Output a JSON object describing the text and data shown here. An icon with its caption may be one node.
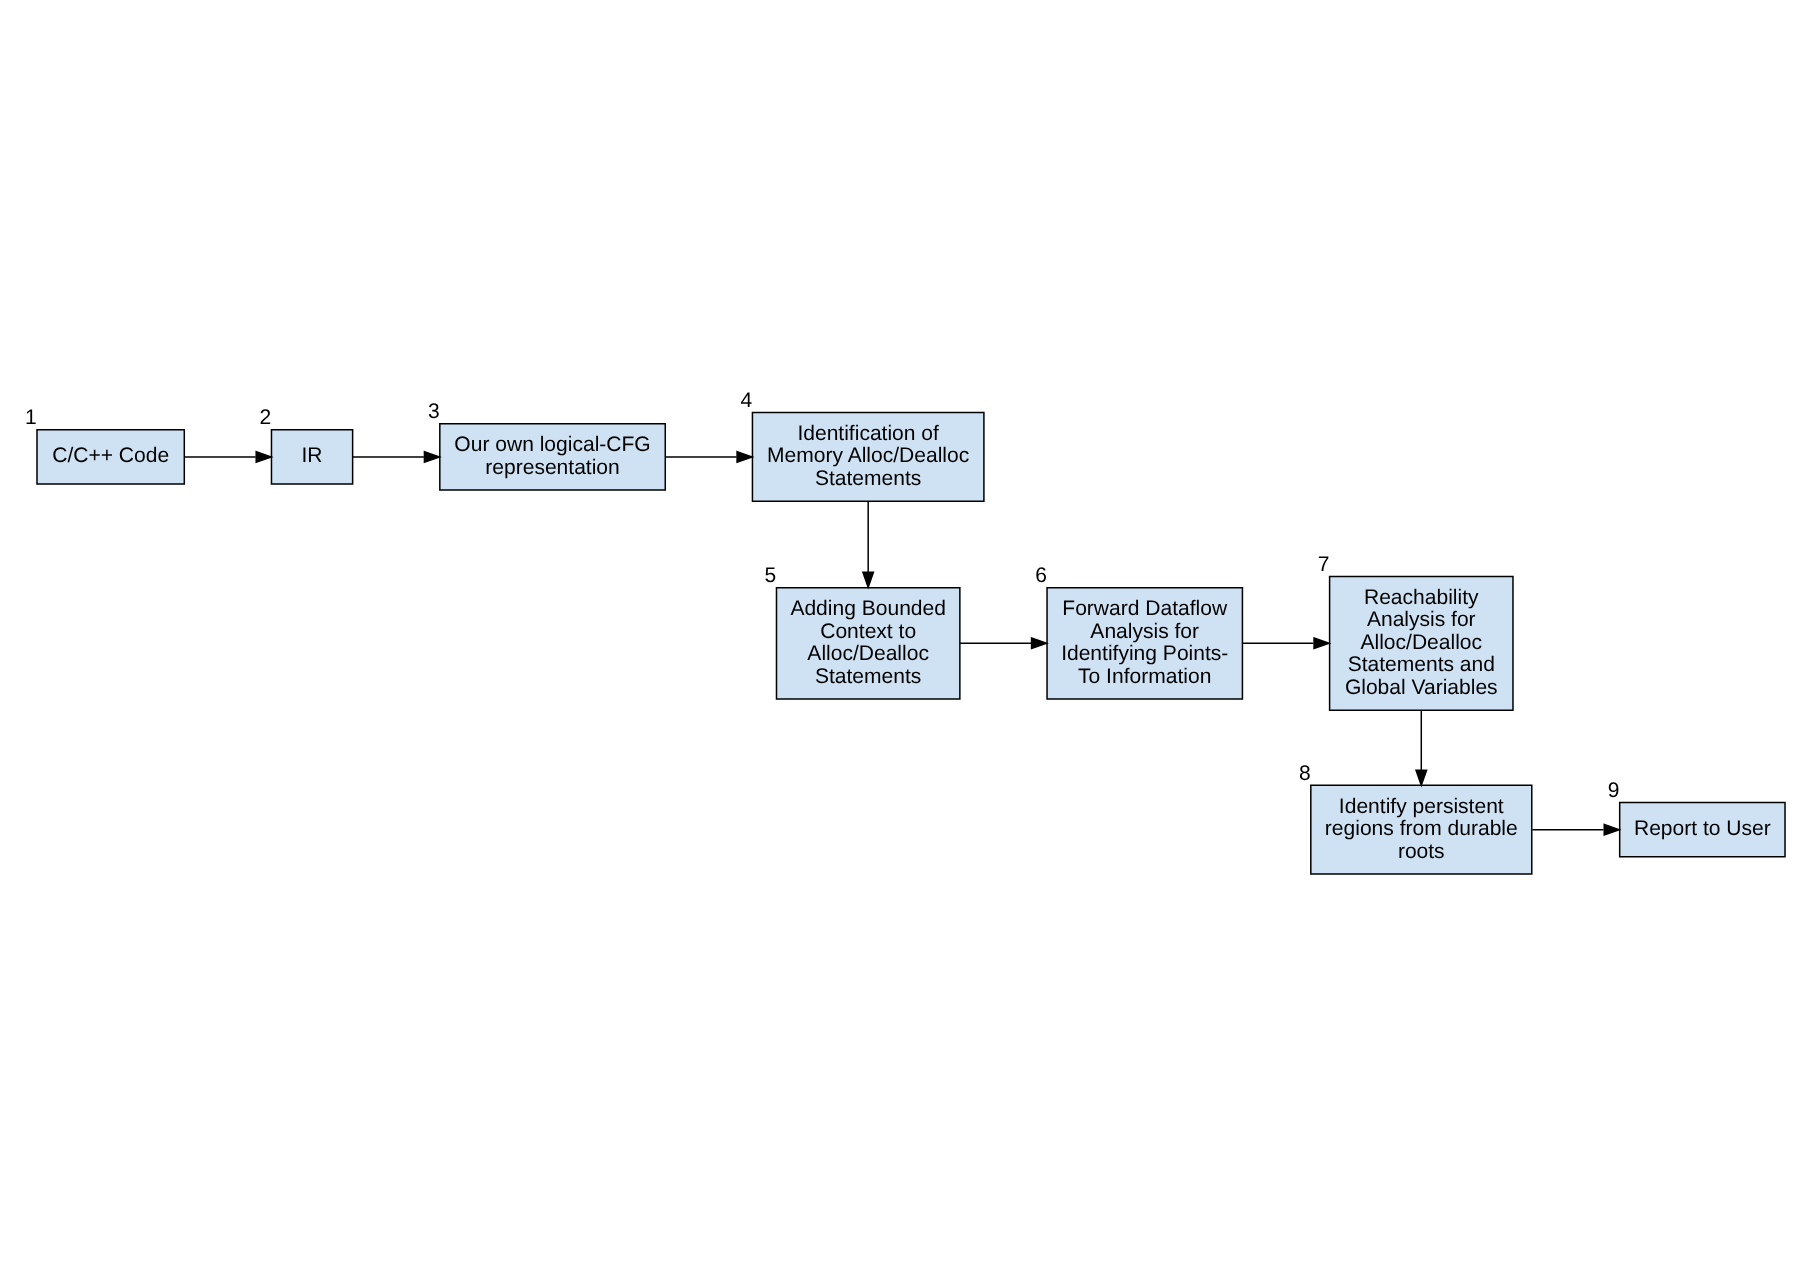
{
  "diagram": {
    "nodes": [
      {
        "text": [
          "C/C++ Code"
        ],
        "beside": [
          "1"
        ]
      },
      {
        "text": [
          "IR"
        ],
        "beside": [
          "2"
        ]
      },
      {
        "text": [
          "Our own logical-CFG representation"
        ],
        "beside": [
          "3"
        ]
      },
      {
        "text": [
          "Identification of Memory Alloc/Dealloc Statements"
        ],
        "beside": [
          "4"
        ]
      },
      {
        "text": [
          "Adding Bounded Context to Alloc/Dealloc Statements"
        ],
        "beside": [
          "5"
        ]
      },
      {
        "text": [
          "Forward Dataflow Analysis for Identifying Points-To Information"
        ],
        "beside": [
          "6"
        ]
      },
      {
        "text": [
          "Reachability Analysis for Alloc/Dealloc Statements and Global Variables"
        ],
        "beside": [
          "7"
        ]
      },
      {
        "text": [
          "Identify persistent regions from durable roots"
        ],
        "beside": [
          "8"
        ]
      },
      {
        "text": [
          "Report to User"
        ],
        "beside": [
          "9"
        ]
      }
    ],
    "edges": [
      {
        "from": 0,
        "to": 1,
        "arrow": "to"
      },
      {
        "from": 1,
        "to": 2,
        "arrow": "to"
      },
      {
        "from": 2,
        "to": 3,
        "arrow": "to"
      },
      {
        "from": 3,
        "to": 4,
        "arrow": "to"
      },
      {
        "from": 4,
        "to": 5,
        "arrow": "to"
      },
      {
        "from": 5,
        "to": 6,
        "arrow": "to"
      },
      {
        "from": 6,
        "to": 7,
        "arrow": "to"
      },
      {
        "from": 7,
        "to": 8,
        "arrow": "to"
      }
    ]
  }
}
